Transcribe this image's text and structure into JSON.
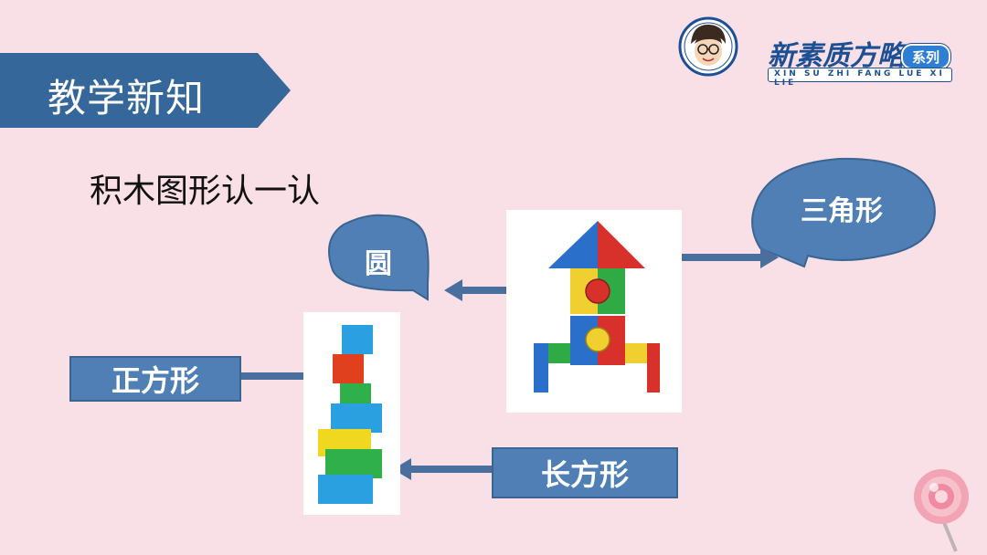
{
  "header": {
    "section_title": "教学新知",
    "logo_title": "新素质方略",
    "logo_badge": "系列",
    "logo_pinyin": "XIN SU ZHI FANG LUE XI LIE"
  },
  "main": {
    "subtitle": "积木图形认一认",
    "labels": {
      "triangle": "三角形",
      "circle": "圆",
      "square": "正方形",
      "rectangle": "长方形"
    }
  },
  "colors": {
    "background": "#f9e0e6",
    "banner": "#35679a",
    "callout": "#4f7fb4",
    "arrow": "#4a6f9e"
  }
}
